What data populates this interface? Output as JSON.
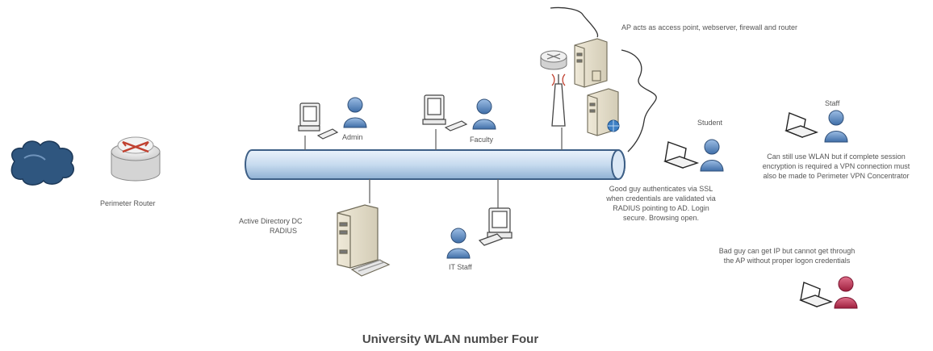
{
  "title": "University WLAN number Four",
  "labels": {
    "perimeter_router": "Perimeter Router",
    "admin": "Admin",
    "faculty": "Faculty",
    "it_staff": "IT Staff",
    "ad_dc": "Active Directory DC",
    "radius": "RADIUS",
    "student": "Student",
    "staff": "Staff"
  },
  "notes": {
    "ap": "AP acts as access point, webserver, firewall and router",
    "good_guy": "Good guy authenticates via SSL when credentials are validated via RADIUS pointing to AD.  Login secure.  Browsing open.",
    "staff": "Can still use WLAN but if complete session encryption is required a VPN connection must also be made to Perimeter VPN Concentrator",
    "bad_guy": "Bad guy can get IP but cannot get through the AP without proper logon credentials"
  },
  "colors": {
    "bus_fill": "#c9dbef",
    "bus_stroke": "#3d5f86",
    "person_blue": "#5a86bf",
    "person_red": "#b8294a",
    "cloud": "#2f567f"
  },
  "icons": [
    "internet-cloud-icon",
    "router-icon",
    "workstation-icon",
    "person-icon",
    "laptop-icon",
    "server-icon",
    "antenna-icon",
    "globe-icon"
  ]
}
